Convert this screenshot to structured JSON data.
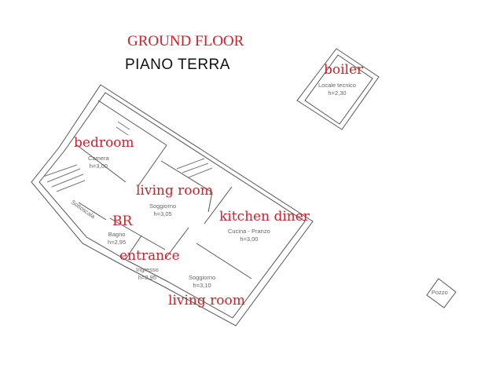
{
  "title_en": "GROUND FLOOR",
  "title_it": "PIANO TERRA",
  "rooms": [
    {
      "en": "bedroom",
      "it": "Camera",
      "h": "h=3,00"
    },
    {
      "en": "living room",
      "it": "Soggiorno",
      "h": "h=3,05"
    },
    {
      "en": "kitchen diner",
      "it": "Cucina - Pranzo",
      "h": "h=3,00"
    },
    {
      "en": "BR",
      "it": "Bagno",
      "h": "h=2,95"
    },
    {
      "en": "entrance",
      "it": "Ingresso",
      "h": "h=2,95"
    },
    {
      "en": "living room",
      "it": "Soggiorno",
      "h": "h=3,10"
    },
    {
      "en": "boiler",
      "it": "Locale tecnico",
      "h": "h=2,30"
    }
  ],
  "sottoscala": "Sottoscala",
  "pozzo": "Pozzo",
  "colors": {
    "annotation": "#d0202a",
    "lines": "#555555"
  }
}
